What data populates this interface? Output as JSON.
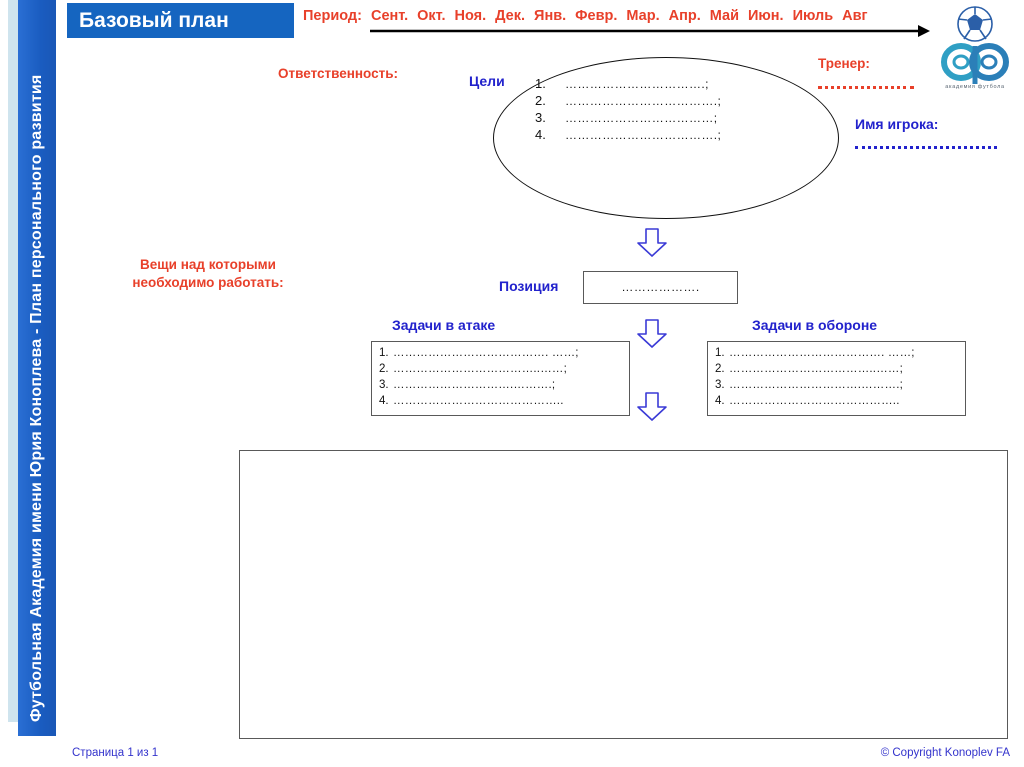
{
  "sidebar": {
    "text": "Футбольная Академия имени Юрия Коноплева - План персонального развития",
    "bar_color": "#1e62c8",
    "strip_color": "#cfe4ee"
  },
  "header": {
    "title": "Базовый план",
    "title_bg": "#1565c0",
    "title_color": "#ffffff"
  },
  "period": {
    "label": "Период:",
    "months": [
      "Сент.",
      "Окт.",
      "Ноя.",
      "Дек.",
      "Янв.",
      "Февр.",
      "Мар.",
      "Апр.",
      "Май",
      "Июн.",
      "Июль",
      "Авг"
    ],
    "color": "#e8402a",
    "arrow_direction": "right"
  },
  "logo": {
    "name": "konoplev-football-academy-logo",
    "caption": "академия футбола",
    "ball_color": "#2b5fa8",
    "ring_color": "#2f9fc4"
  },
  "labels": {
    "responsibility": "Ответственность:",
    "coach": "Тренер:",
    "player_name": "Имя игрока:",
    "things_to_work_on_line1": "Вещи над которыми",
    "things_to_work_on_line2": "необходимо работать:",
    "goals": "Цели",
    "position": "Позиция",
    "attack_tasks": "Задачи в атаке",
    "defence_tasks": "Задачи в обороне",
    "red": "#e8402a",
    "blue": "#2222cc"
  },
  "goals_ellipse": {
    "rows": [
      {
        "num": "1.",
        "dots": "…………………………….;"
      },
      {
        "num": "2.",
        "dots": "……………………………….;"
      },
      {
        "num": "3.",
        "dots": "………………………………;"
      },
      {
        "num": "4.",
        "dots": "……………………………….;"
      }
    ]
  },
  "position_box": {
    "value": "………………."
  },
  "attack_box": {
    "rows": [
      {
        "num": "1.",
        "dots": "…………………………………. ……;"
      },
      {
        "num": "2.",
        "dots": "………………………………..……;"
      },
      {
        "num": "3.",
        "dots": "………………………….……….;"
      },
      {
        "num": "4.",
        "dots": "…………………………………….."
      }
    ]
  },
  "defence_box": {
    "rows": [
      {
        "num": "1.",
        "dots": "…………………………………. ……;"
      },
      {
        "num": "2.",
        "dots": "………………………………..……;"
      },
      {
        "num": "3.",
        "dots": "…………………………….……….;"
      },
      {
        "num": "4.",
        "dots": "…………………………………….."
      }
    ]
  },
  "notes_box": {
    "value": ""
  },
  "footer": {
    "page": "Страница 1 из 1",
    "copyright": "© Copyright Konoplev FA",
    "color": "#3333cc"
  }
}
